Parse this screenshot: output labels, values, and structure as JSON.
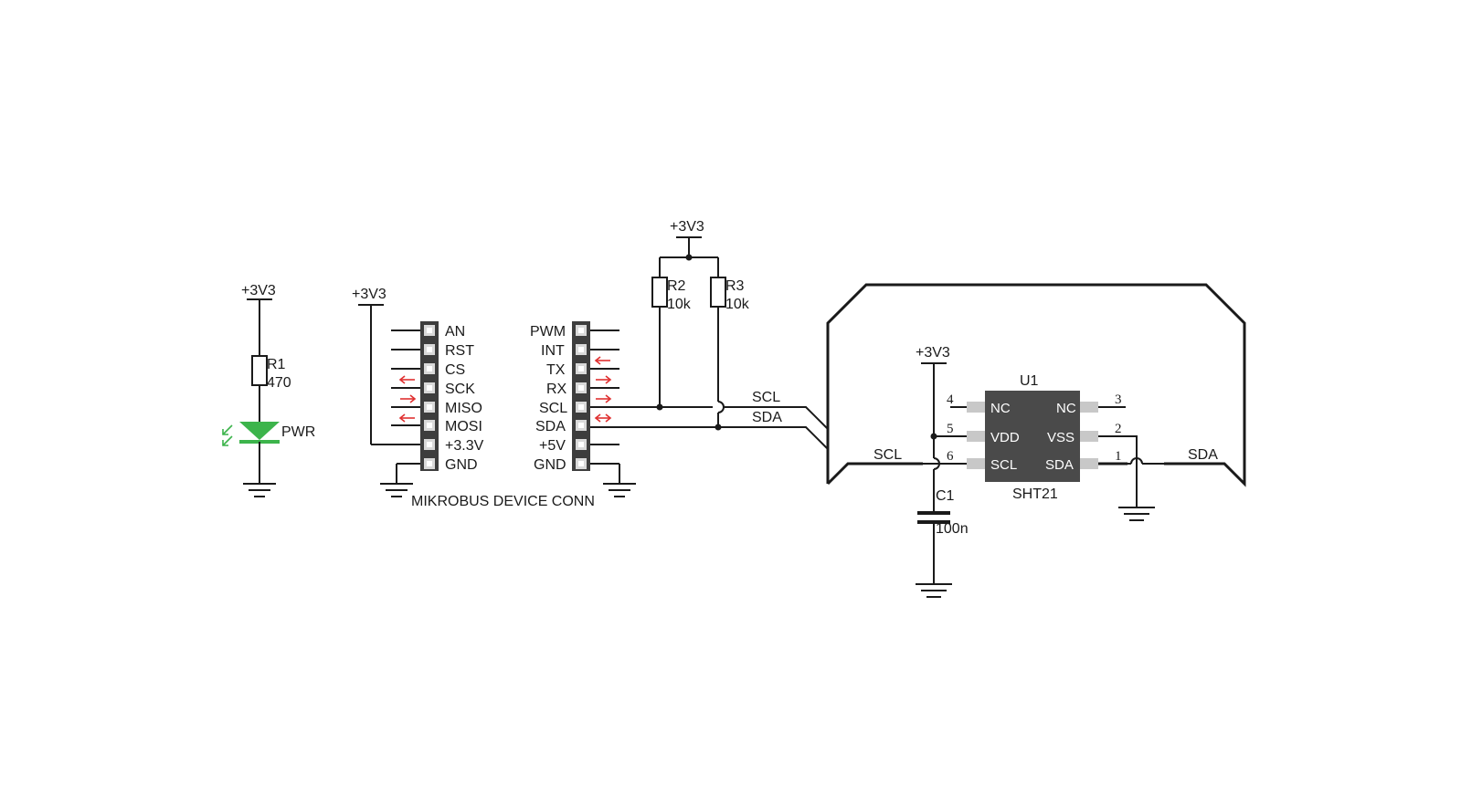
{
  "supply_label": "+3V3",
  "led_section": {
    "resistor": {
      "ref": "R1",
      "value": "470"
    },
    "led_label": "PWR",
    "led_color": "#3cb44b"
  },
  "mikrobus": {
    "title": "MIKROBUS DEVICE CONN",
    "left_pins": [
      "AN",
      "RST",
      "CS",
      "SCK",
      "MISO",
      "MOSI",
      "+3.3V",
      "GND"
    ],
    "right_pins": [
      "PWM",
      "INT",
      "TX",
      "RX",
      "SCL",
      "SDA",
      "+5V",
      "GND"
    ],
    "arrow_color": "#e03030"
  },
  "pullups": [
    {
      "ref": "R2",
      "value": "10k"
    },
    {
      "ref": "R3",
      "value": "10k"
    }
  ],
  "nets": {
    "scl": "SCL",
    "sda": "SDA"
  },
  "sensor": {
    "ref": "U1",
    "part": "SHT21",
    "chip_color": "#4a4a4a",
    "left_pins": [
      {
        "num": "4",
        "name": "NC"
      },
      {
        "num": "5",
        "name": "VDD"
      },
      {
        "num": "6",
        "name": "SCL"
      }
    ],
    "right_pins": [
      {
        "num": "3",
        "name": "NC"
      },
      {
        "num": "2",
        "name": "VSS"
      },
      {
        "num": "1",
        "name": "SDA"
      }
    ]
  },
  "capacitor": {
    "ref": "C1",
    "value": "100n"
  }
}
